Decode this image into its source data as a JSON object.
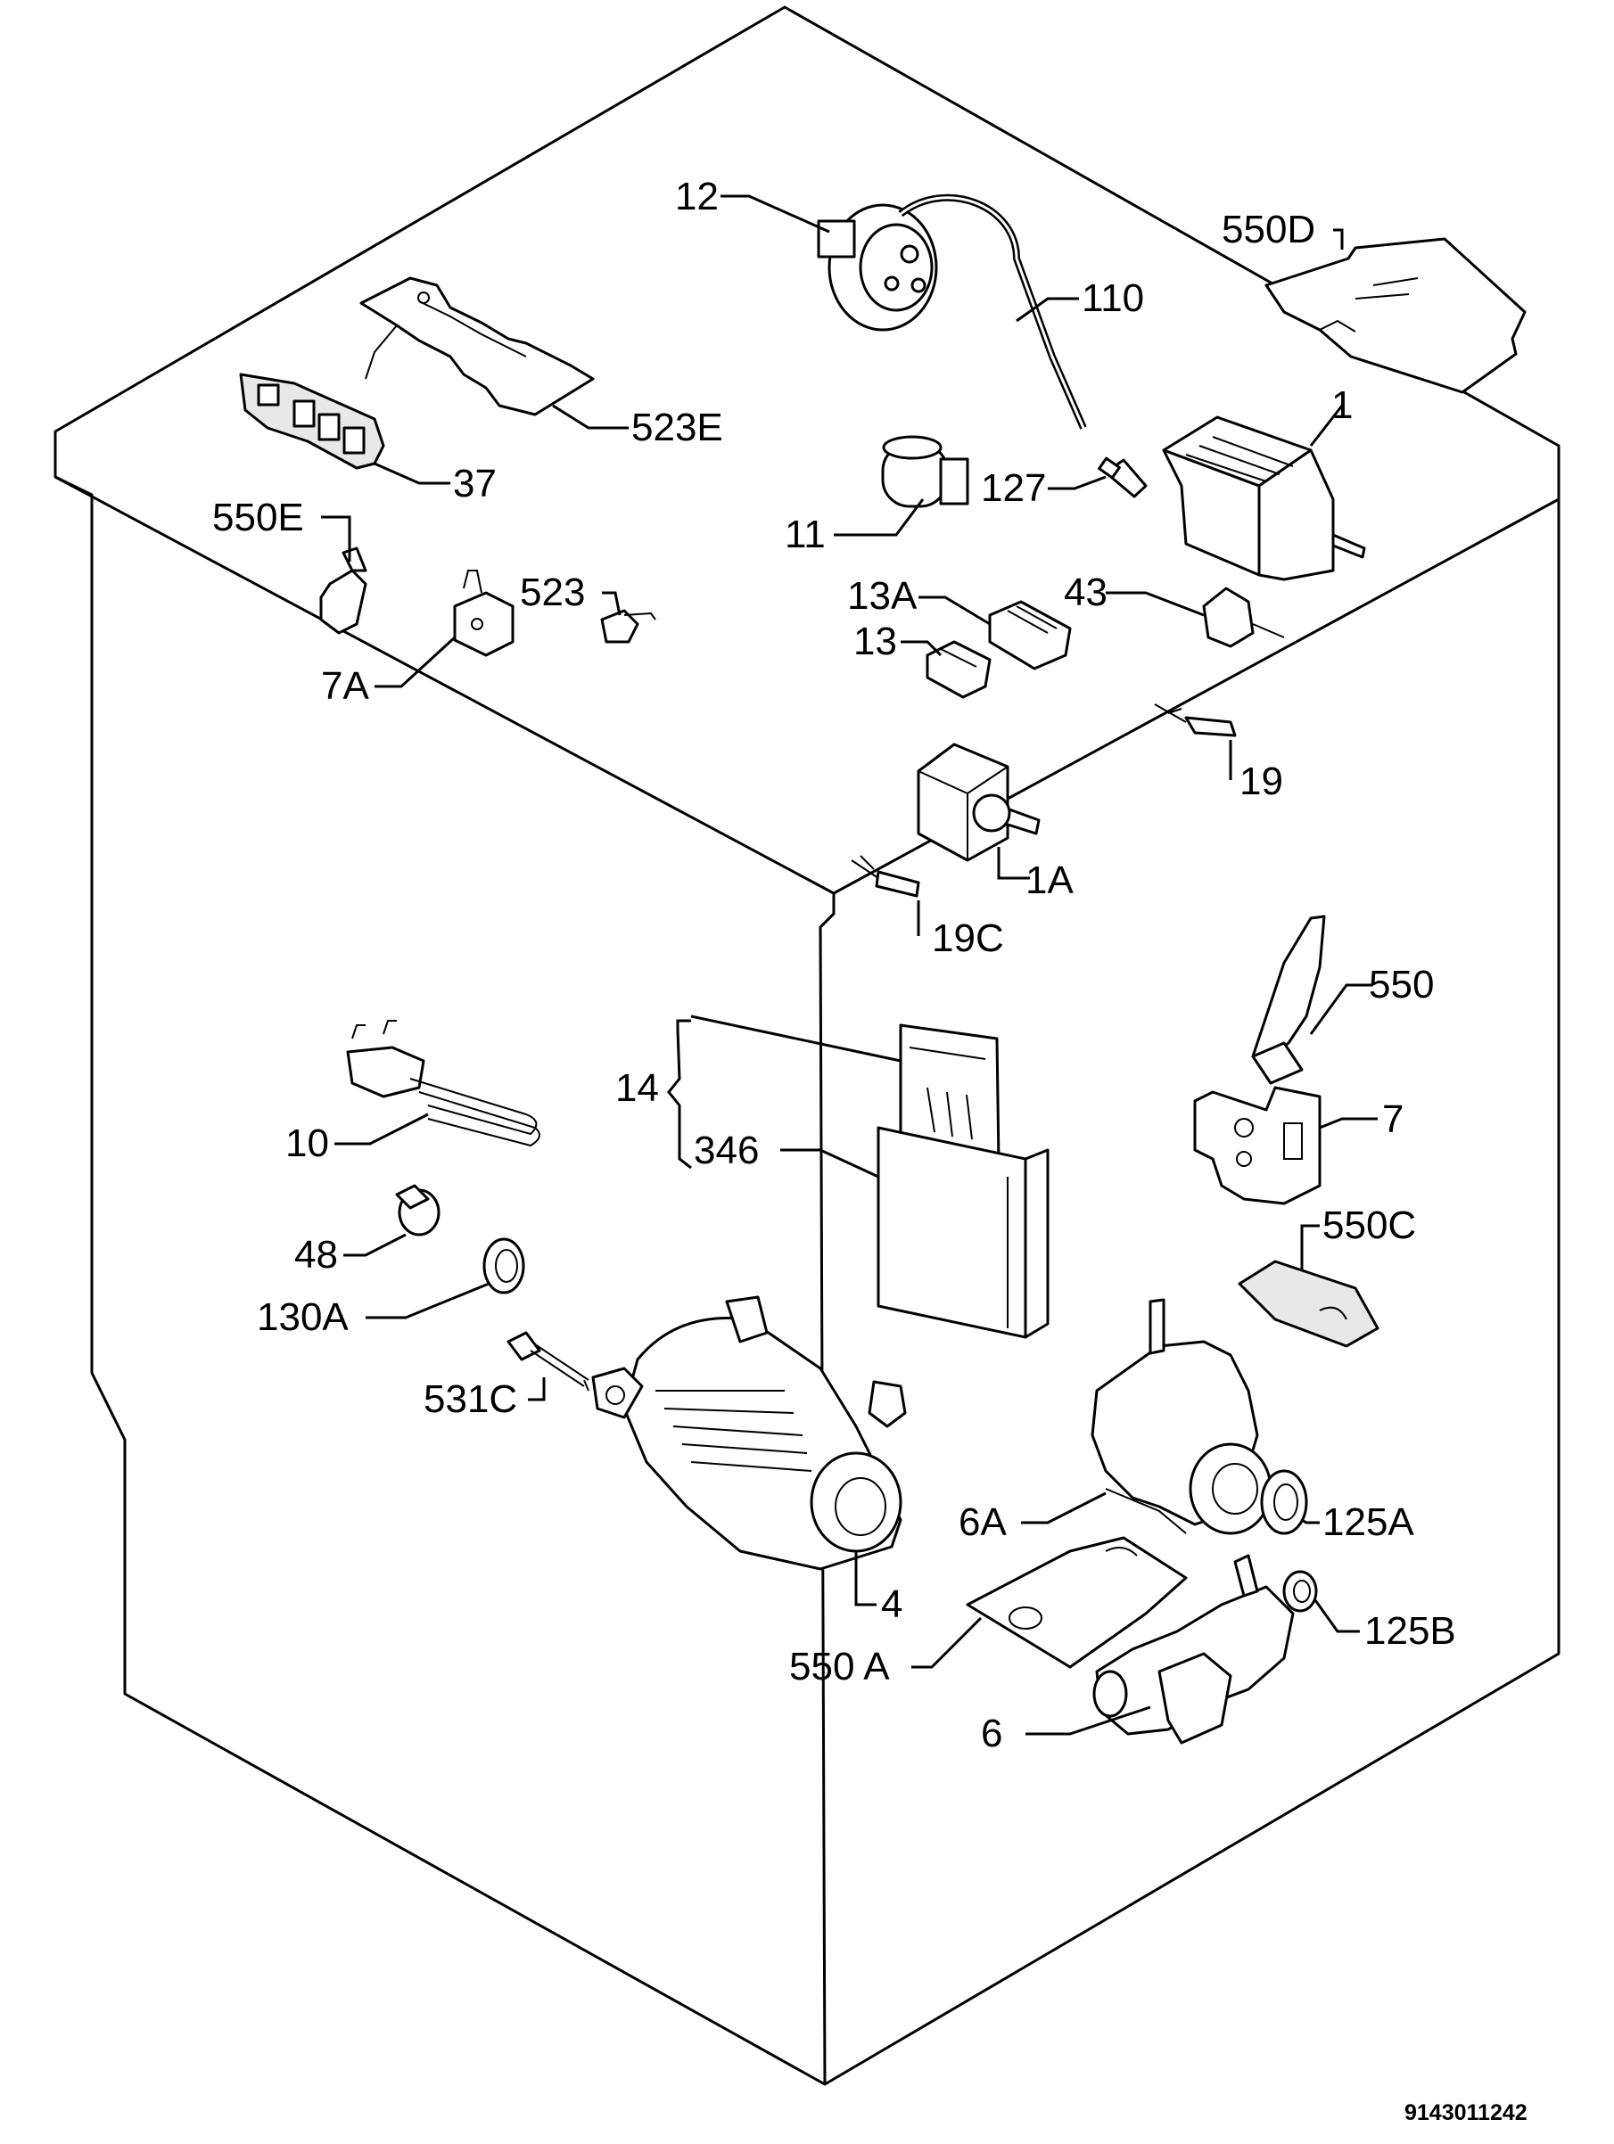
{
  "diagram": {
    "document_ref": "9143011242",
    "callouts": [
      {
        "id": "c-12",
        "label": "12"
      },
      {
        "id": "c-110",
        "label": "110"
      },
      {
        "id": "c-550d",
        "label": "550D"
      },
      {
        "id": "c-523e",
        "label": "523E"
      },
      {
        "id": "c-37",
        "label": "37"
      },
      {
        "id": "c-1",
        "label": "1"
      },
      {
        "id": "c-127",
        "label": "127"
      },
      {
        "id": "c-11",
        "label": "11"
      },
      {
        "id": "c-550e",
        "label": "550E"
      },
      {
        "id": "c-523",
        "label": "523"
      },
      {
        "id": "c-13a",
        "label": "13A"
      },
      {
        "id": "c-43",
        "label": "43"
      },
      {
        "id": "c-13",
        "label": "13"
      },
      {
        "id": "c-7a",
        "label": "7A"
      },
      {
        "id": "c-19",
        "label": "19"
      },
      {
        "id": "c-1a",
        "label": "1A"
      },
      {
        "id": "c-19c",
        "label": "19C"
      },
      {
        "id": "c-550",
        "label": "550"
      },
      {
        "id": "c-14",
        "label": "14"
      },
      {
        "id": "c-346",
        "label": "346"
      },
      {
        "id": "c-7",
        "label": "7"
      },
      {
        "id": "c-10",
        "label": "10"
      },
      {
        "id": "c-550c",
        "label": "550C"
      },
      {
        "id": "c-48",
        "label": "48"
      },
      {
        "id": "c-130a",
        "label": "130A"
      },
      {
        "id": "c-531c",
        "label": "531C"
      },
      {
        "id": "c-6a",
        "label": "6A"
      },
      {
        "id": "c-125a",
        "label": "125A"
      },
      {
        "id": "c-4",
        "label": "4"
      },
      {
        "id": "c-125b",
        "label": "125B"
      },
      {
        "id": "c-550a",
        "label": "550 A"
      },
      {
        "id": "c-6",
        "label": "6"
      }
    ]
  }
}
